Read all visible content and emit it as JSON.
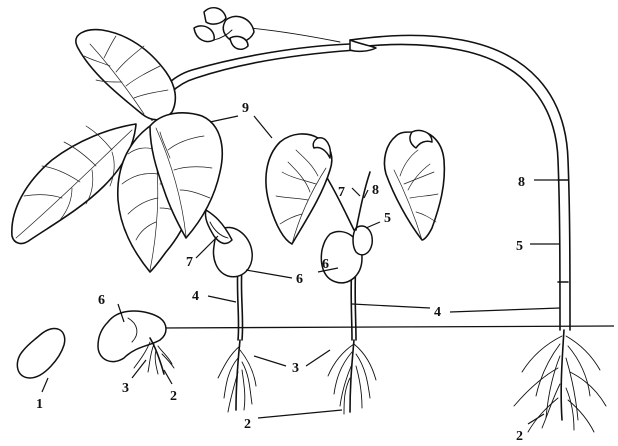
{
  "labels": {
    "seed": "1",
    "radicle_germinating": "2",
    "root_hair_germinating": "3",
    "seed_coat": "6",
    "hypocotyl_1": "4",
    "cotyledon_1": "6",
    "plumule_1": "7",
    "root_1": "3",
    "root_2": "2",
    "hypocotyl_long": "4",
    "cotyledon_2": "6",
    "epicotyl_2": "5",
    "plumule_2": "7",
    "node_2": "8",
    "true_leaves": "9",
    "node_mature": "8",
    "epicotyl_mature": "5",
    "root_mature": "2"
  }
}
